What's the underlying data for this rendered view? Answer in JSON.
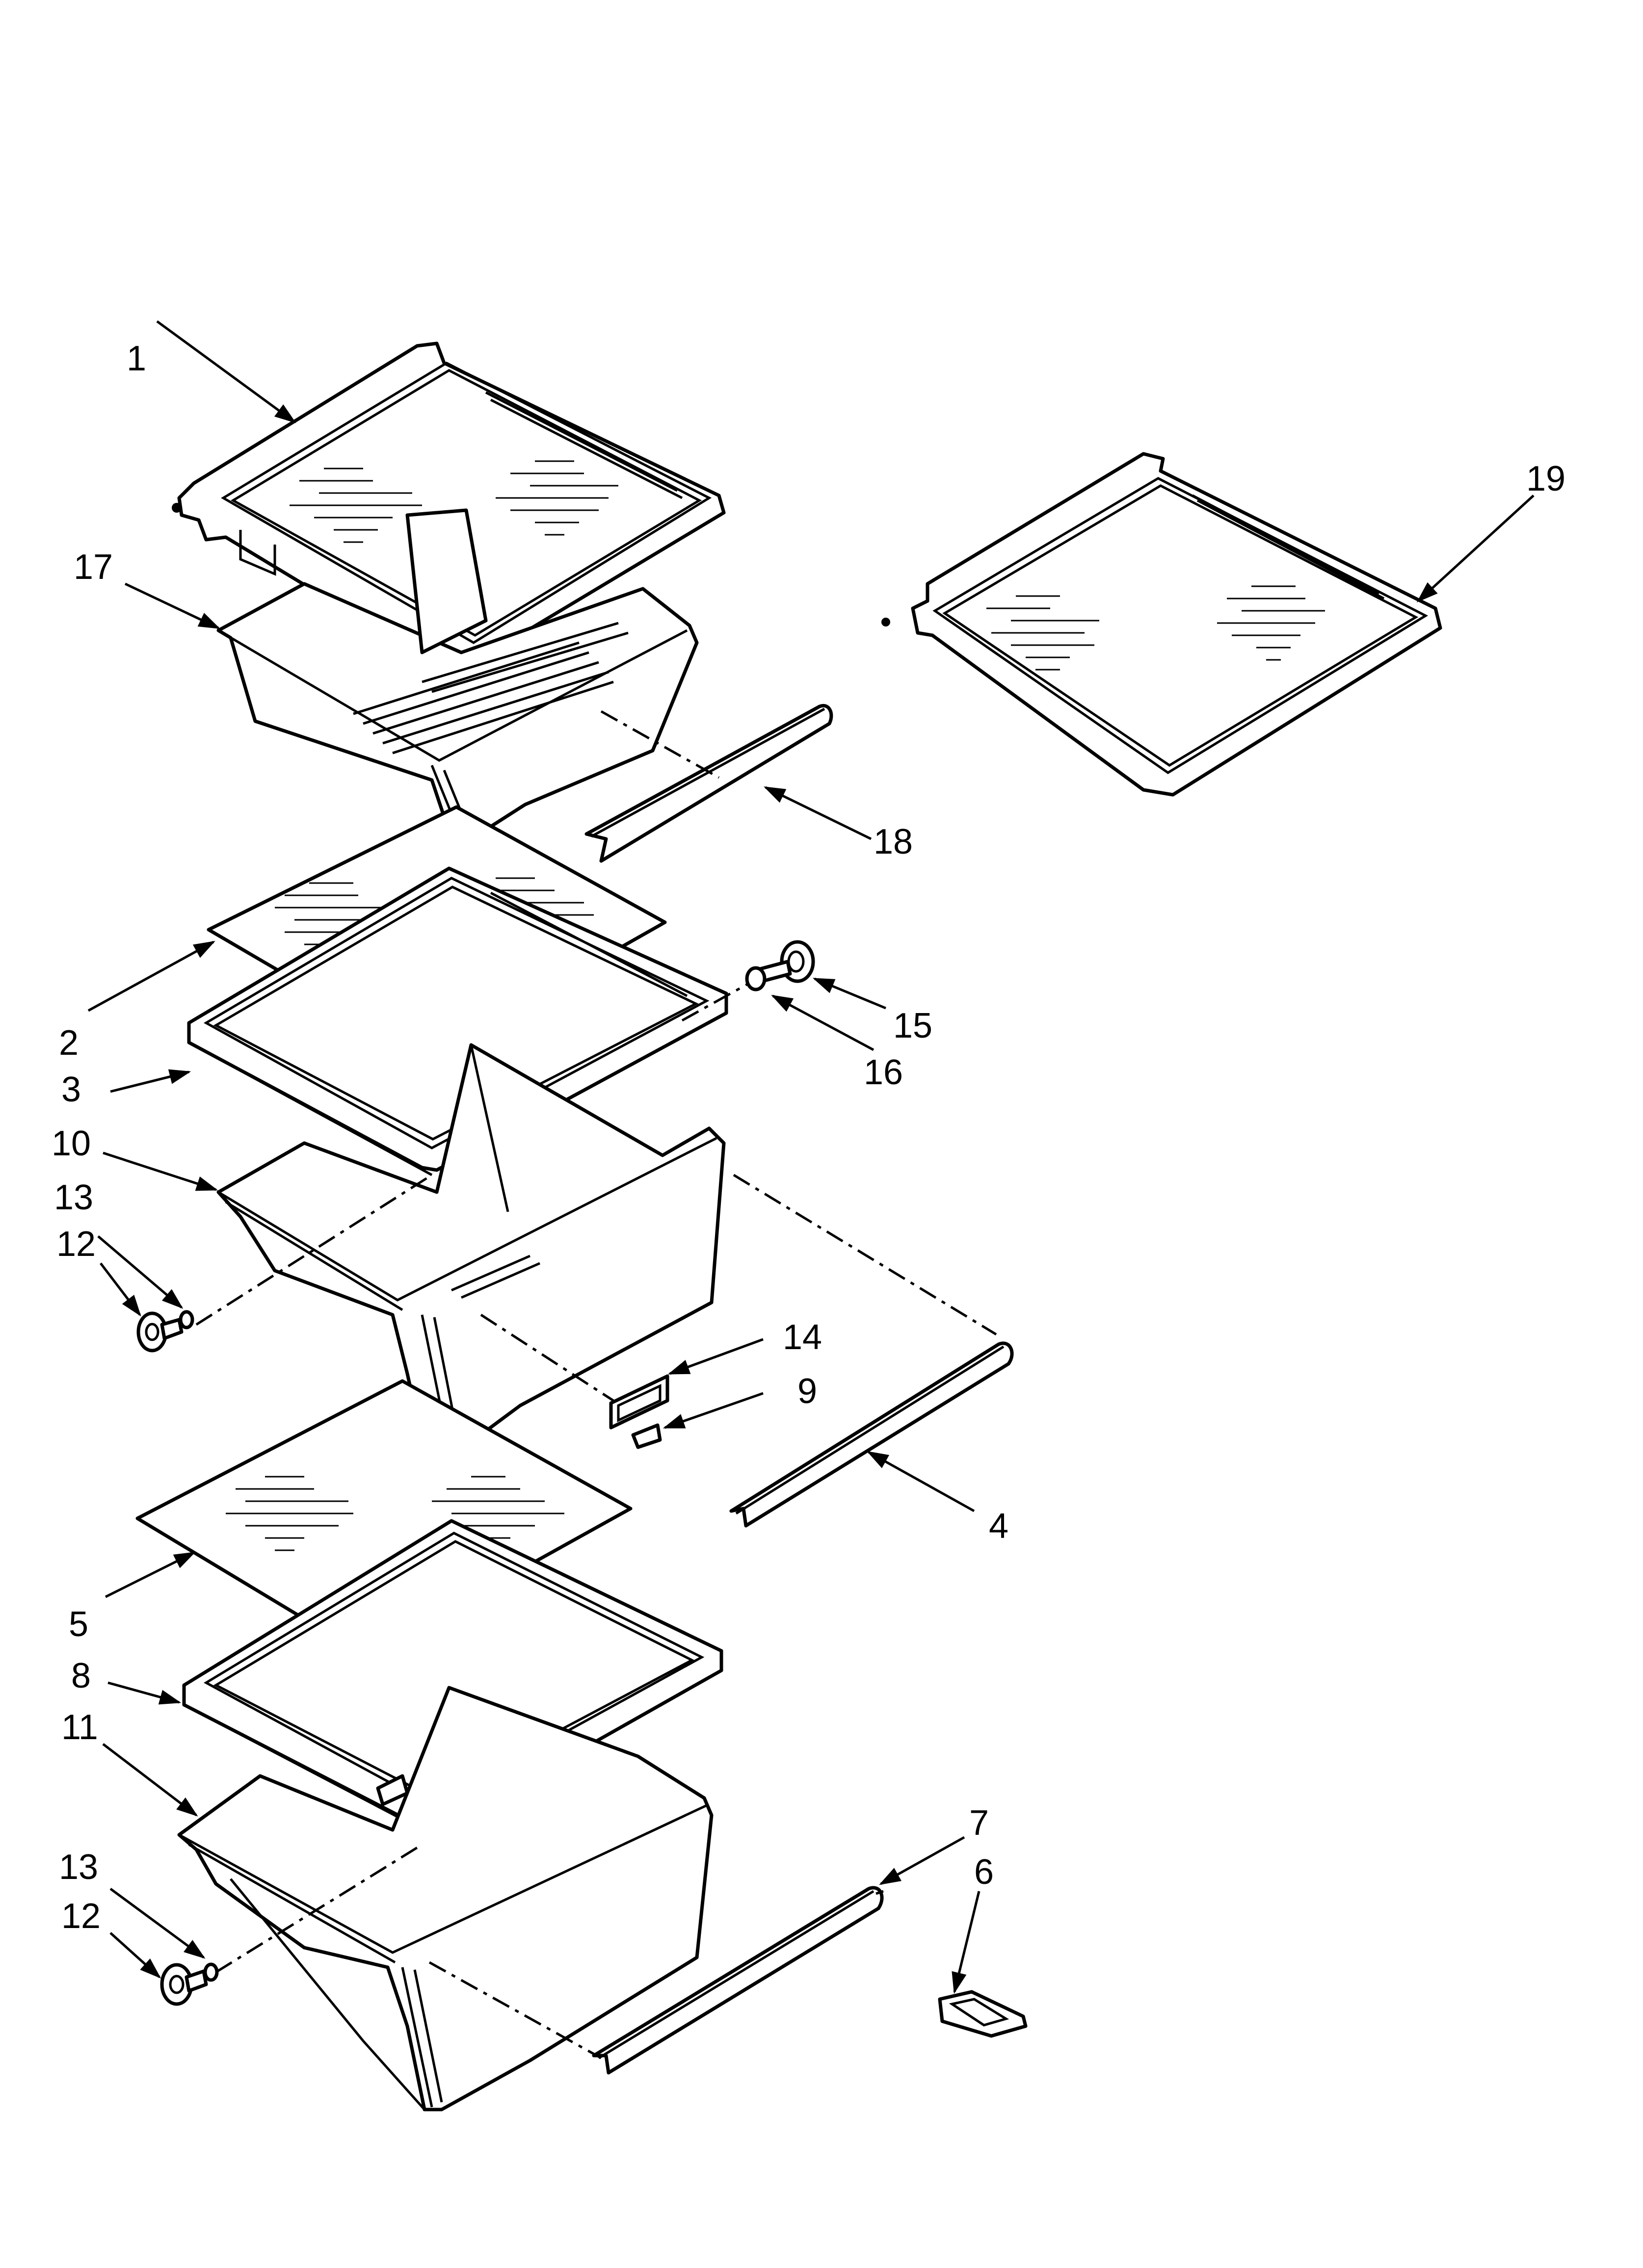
{
  "diagram": {
    "callouts": {
      "c1": "1",
      "c2": "2",
      "c3": "3",
      "c4": "4",
      "c5": "5",
      "c6": "6",
      "c7": "7",
      "c8": "8",
      "c9": "9",
      "c10": "10",
      "c11": "11",
      "c12a": "12",
      "c12b": "12",
      "c13a": "13",
      "c13b": "13",
      "c14": "14",
      "c15": "15",
      "c16": "16",
      "c17": "17",
      "c18": "18",
      "c19": "19"
    }
  }
}
